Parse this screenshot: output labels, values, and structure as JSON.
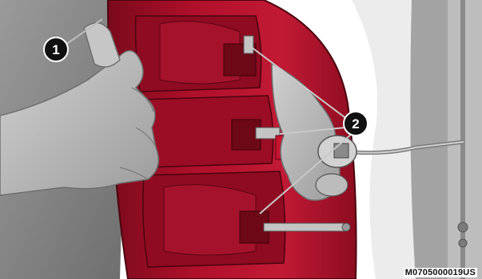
{
  "figure": {
    "code": "M0705000019US",
    "callouts": [
      {
        "label": "1",
        "item": "hand"
      },
      {
        "label": "2",
        "item": "bulb-sockets"
      }
    ]
  },
  "colors": {
    "lens_red": "#b0102a",
    "lens_dark": "#5a0714",
    "hand_gray": "#b9b9b9",
    "body_gray": "#8f8f8f",
    "callout_black": "#111111"
  },
  "icons": [
    "hand-illustration",
    "tail-lamp-illustration",
    "bulb-socket-illustration"
  ]
}
